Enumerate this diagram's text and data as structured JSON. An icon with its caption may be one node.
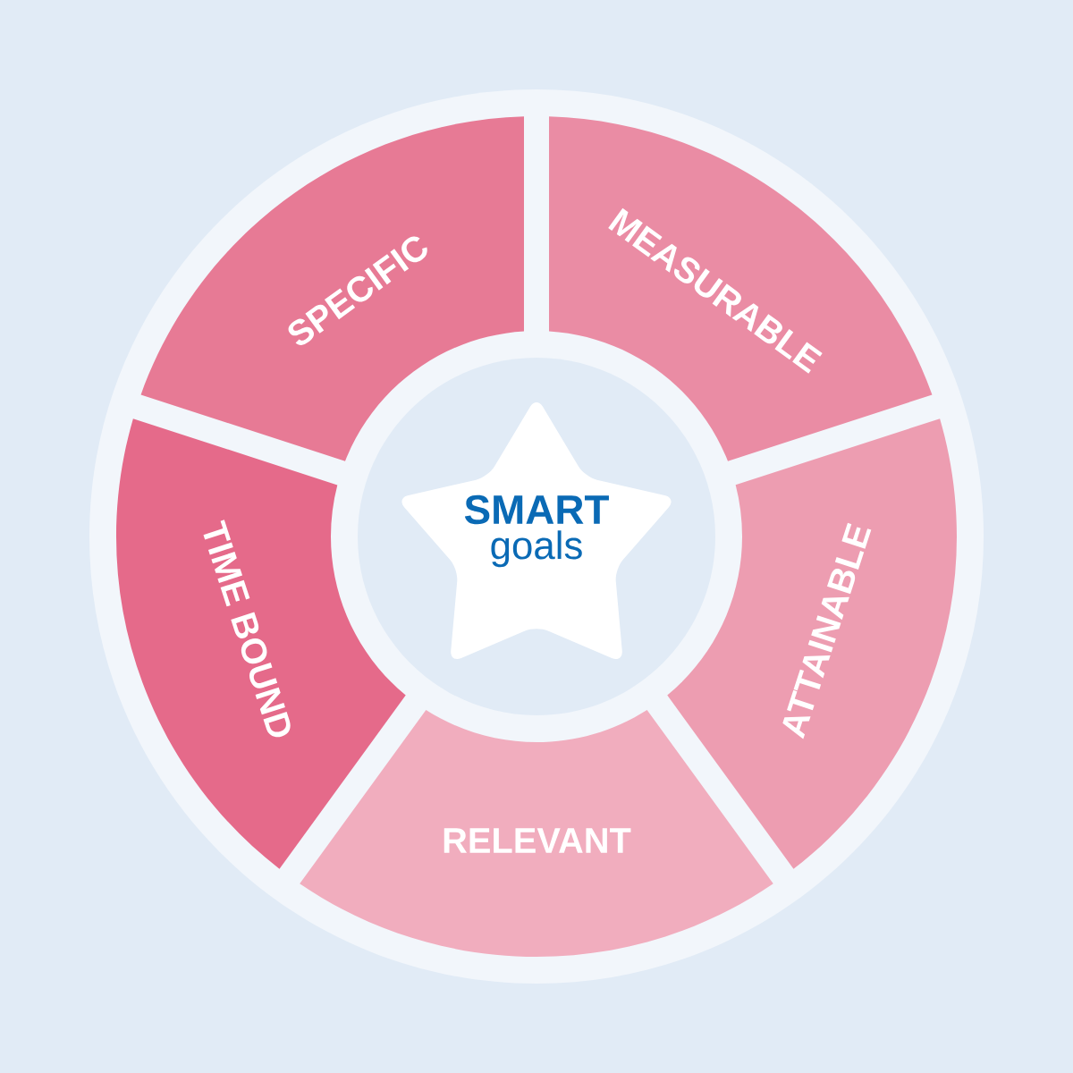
{
  "diagram": {
    "nodes": [
      {
        "text": [
          "SPECIFIC"
        ]
      },
      {
        "text": [
          "MEASURABLE"
        ]
      },
      {
        "text": [
          "ATTAINABLE"
        ]
      },
      {
        "text": [
          "RELEVANT"
        ]
      },
      {
        "text": [
          "TIME BOUND"
        ]
      },
      {
        "text": [
          "SMART",
          "goals"
        ]
      }
    ]
  }
}
